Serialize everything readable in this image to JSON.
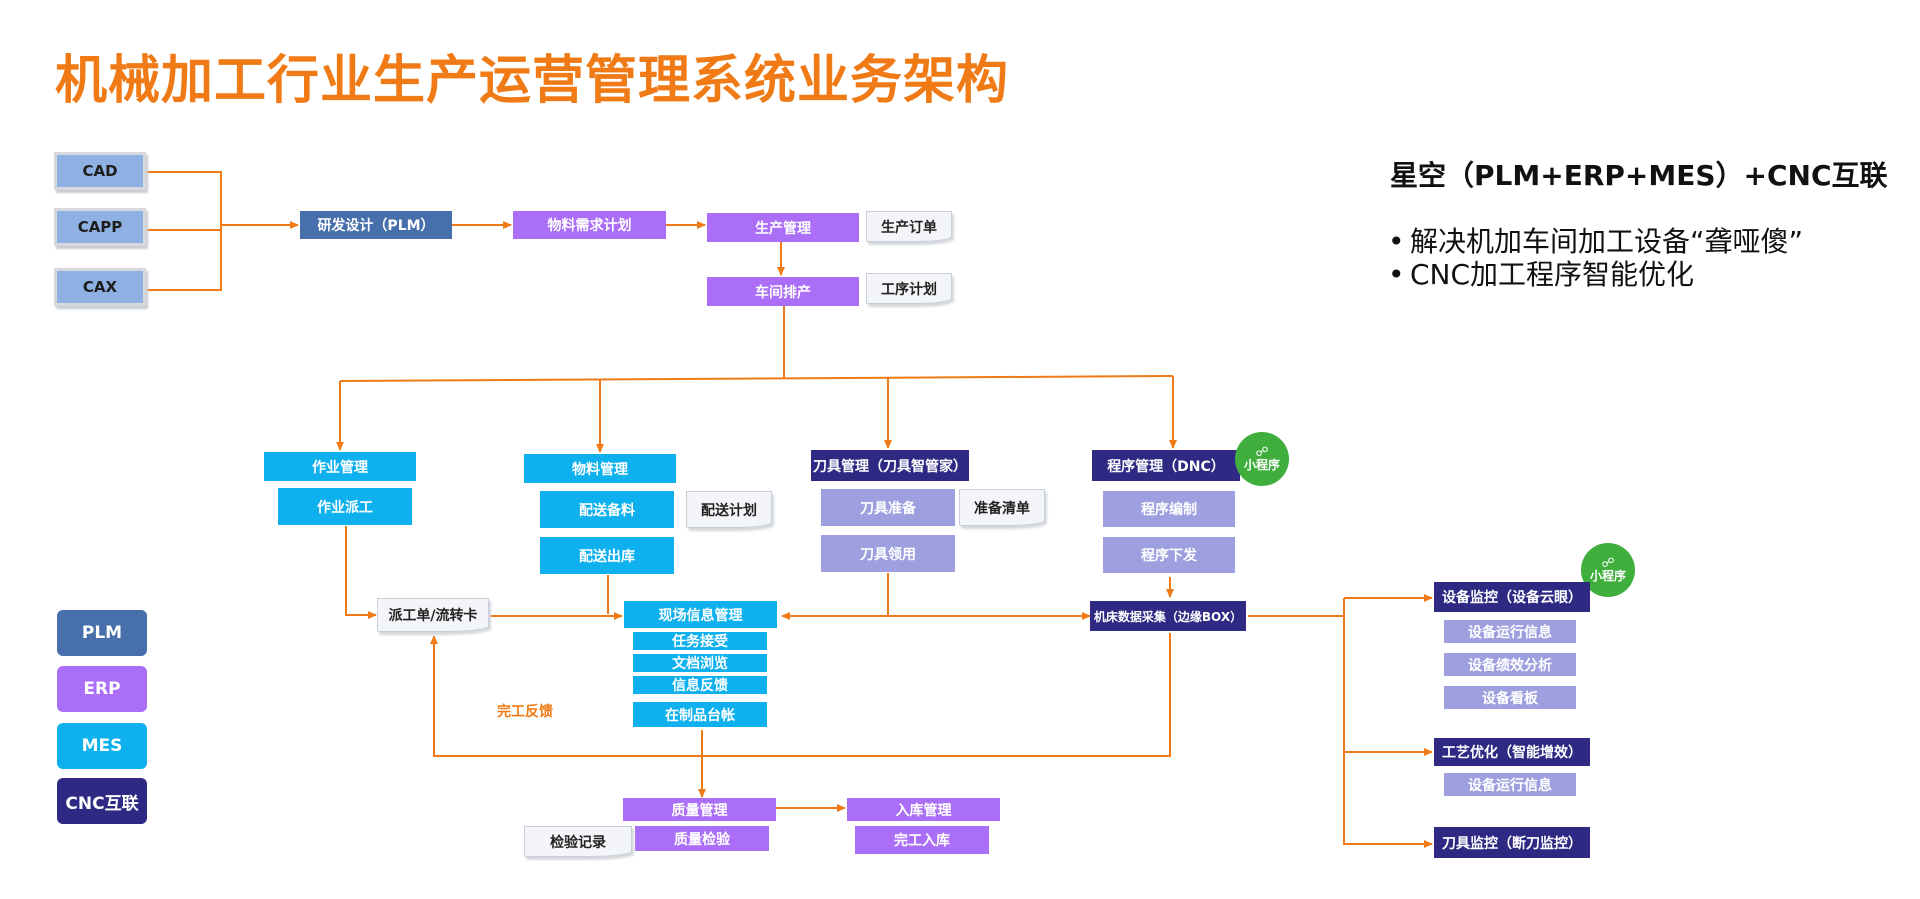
{
  "title": "机械加工行业生产运营管理系统业务架构",
  "colors": {
    "plm": "#466fac",
    "erp": "#aa6ff6",
    "mes": "#0fb0ee",
    "cnc": "#2e2983",
    "cnc_light": "#9d9fdf",
    "arrow": "#f07b16",
    "mini_program": "#3fae3c"
  },
  "sources": [
    "CAD",
    "CAPP",
    "CAX"
  ],
  "nodes": {
    "plm_design": "研发设计（PLM）",
    "material_demand": "物料需求计划",
    "production_mgmt": "生产管理",
    "production_order": "生产订单",
    "workshop_schedule": "车间排产",
    "process_plan": "工序计划",
    "job_mgmt": "作业管理",
    "job_dispatch": "作业派工",
    "material_mgmt": "物料管理",
    "delivery_prep": "配送备料",
    "delivery_plan": "配送计划",
    "delivery_out": "配送出库",
    "tool_mgmt": "刀具管理（刀具智管家）",
    "tool_prep": "刀具准备",
    "prep_list": "准备清单",
    "tool_receive": "刀具领用",
    "program_mgmt": "程序管理（DNC）",
    "program_edit": "程序编制",
    "program_issue": "程序下发",
    "dispatch_card": "派工单/流转卡",
    "site_info": "现场信息管理",
    "task_accept": "任务接受",
    "doc_browse": "文档浏览",
    "info_feedback": "信息反馈",
    "wip_ledger": "在制品台帐",
    "machine_collect": "机床数据采集（边缘BOX）",
    "quality_mgmt": "质量管理",
    "quality_check": "质量检验",
    "inspection_record": "检验记录",
    "warehouse_mgmt": "入库管理",
    "finish_storage": "完工入库",
    "equip_monitor": "设备监控（设备云眼）",
    "equip_run_info": "设备运行信息",
    "equip_perf": "设备绩效分析",
    "equip_board": "设备看板",
    "process_opt": "工艺优化（智能增效）",
    "process_run_info": "设备运行信息",
    "tool_monitor": "刀具监控（断刀监控）"
  },
  "completion_feedback": "完工反馈",
  "mini_program": {
    "icon": "link-icon",
    "label": "小程序"
  },
  "legend": [
    "PLM",
    "ERP",
    "MES",
    "CNC互联"
  ],
  "side": {
    "title": "星空（PLM+ERP+MES）+CNC互联",
    "bullets": [
      "解决机加车间加工设备“聋哑傻”",
      "CNC加工程序智能优化"
    ]
  }
}
